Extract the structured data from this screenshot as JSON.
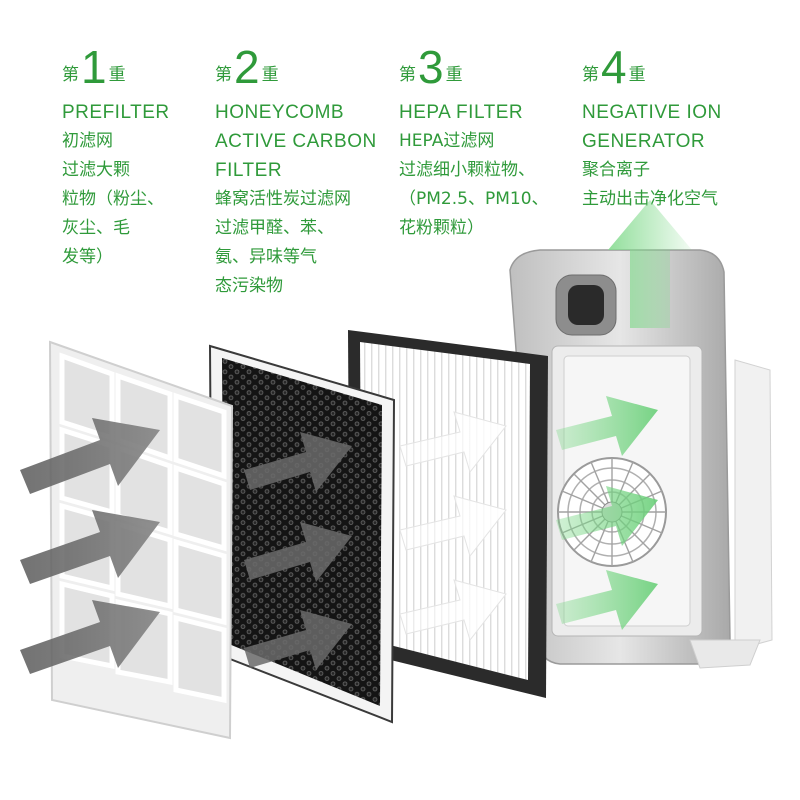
{
  "stages": [
    {
      "prefix": "第",
      "number": "1",
      "suffix": "重",
      "title_lines": [
        "PREFILTER"
      ],
      "desc_lines": [
        "初滤网",
        "过滤大颗",
        "粒物（粉尘、",
        "灰尘、毛",
        "发等）"
      ]
    },
    {
      "prefix": "第",
      "number": "2",
      "suffix": "重",
      "title_lines": [
        "HONEYCOMB",
        "ACTIVE CARBON",
        "FILTER"
      ],
      "desc_lines": [
        "蜂窝活性炭过滤网",
        "过滤甲醛、苯、",
        "氨、异味等气",
        "态污染物"
      ]
    },
    {
      "prefix": "第",
      "number": "3",
      "suffix": "重",
      "title_lines": [
        "HEPA FILTER"
      ],
      "desc_lines": [
        "HEPA过滤网",
        "过滤细小颗粒物、",
        "（PM2.5、PM10、",
        "花粉颗粒）"
      ]
    },
    {
      "prefix": "第",
      "number": "4",
      "suffix": "重",
      "title_lines": [
        "NEGATIVE ION",
        "GENERATOR"
      ],
      "desc_lines": [
        "聚合离子",
        "主动出击净化空气"
      ]
    }
  ],
  "colors": {
    "accent": "#2f9a3a",
    "arrow_gray": "#6b6b6b",
    "arrow_green": "#7fd98a",
    "carbon": "#1e1e1e",
    "frame_gray": "#c9c9c9"
  }
}
